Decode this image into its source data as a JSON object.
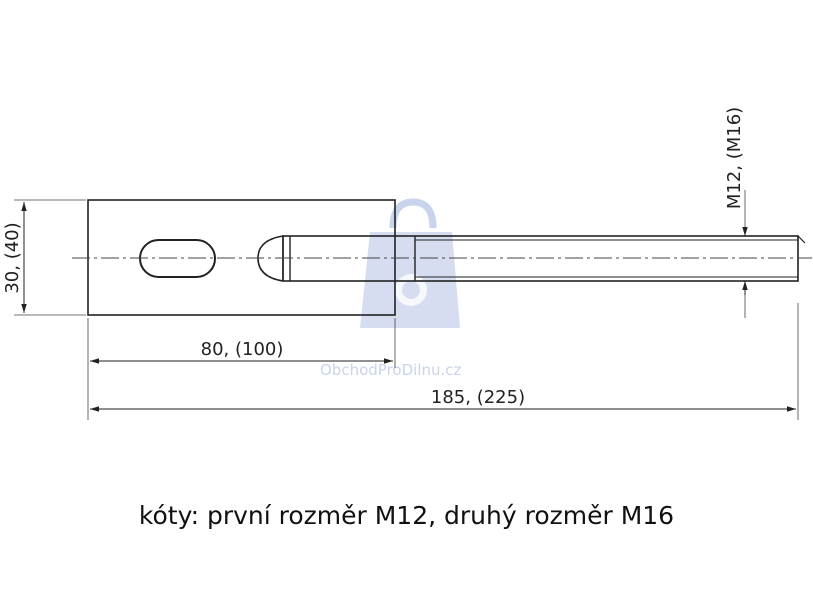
{
  "dimensions": {
    "height": "30, (40)",
    "plate_length": "80, (100)",
    "total_length": "185, (225)",
    "thread": "M12, (M16)"
  },
  "watermark": {
    "text": "ObchodProDilnu.cz",
    "icon": "shopping-bag-tools-icon",
    "color": "#c9d3ec"
  },
  "caption": "kóty: první rozměr M12, druhý rozměr M16"
}
